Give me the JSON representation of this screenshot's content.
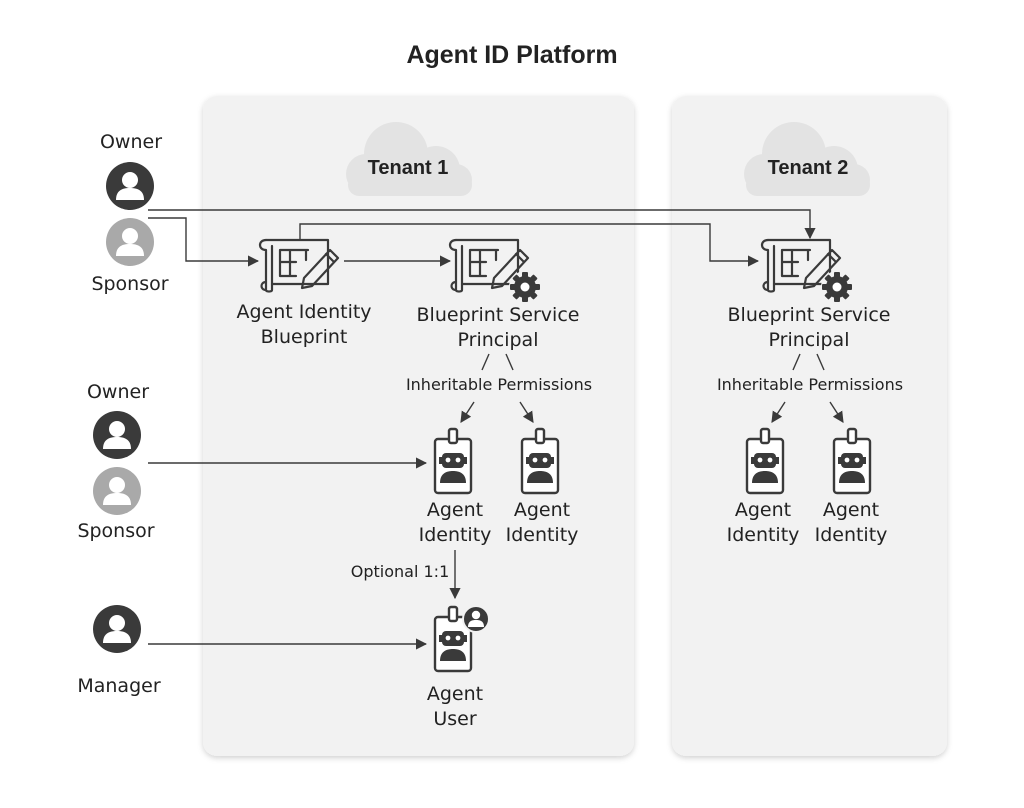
{
  "title": "Agent ID Platform",
  "tenants": [
    {
      "label": "Tenant 1"
    },
    {
      "label": "Tenant 2"
    }
  ],
  "people": {
    "owner_top": "Owner",
    "sponsor_top": "Sponsor",
    "owner_mid": "Owner",
    "sponsor_mid": "Sponsor",
    "manager": "Manager"
  },
  "nodes": {
    "blueprint": {
      "line1": "Agent Identity",
      "line2": "Blueprint"
    },
    "bsp1": {
      "line1": "Blueprint Service",
      "line2": "Principal"
    },
    "bsp2": {
      "line1": "Blueprint Service",
      "line2": "Principal"
    },
    "agent_identity_1": {
      "line1": "Agent",
      "line2": "Identity"
    },
    "agent_identity_2": {
      "line1": "Agent",
      "line2": "Identity"
    },
    "agent_identity_3": {
      "line1": "Agent",
      "line2": "Identity"
    },
    "agent_identity_4": {
      "line1": "Agent",
      "line2": "Identity"
    },
    "agent_user": {
      "line1": "Agent",
      "line2": "User"
    }
  },
  "edge_labels": {
    "inheritable_1": "Inheritable Permissions",
    "inheritable_2": "Inheritable Permissions",
    "optional": "Optional 1:1"
  },
  "colors": {
    "owner": "#3a3a3a",
    "sponsor": "#a9a9a9",
    "panel": "#f2f2f2",
    "cloud": "#e3e3e3",
    "line": "#3a3a3a"
  }
}
